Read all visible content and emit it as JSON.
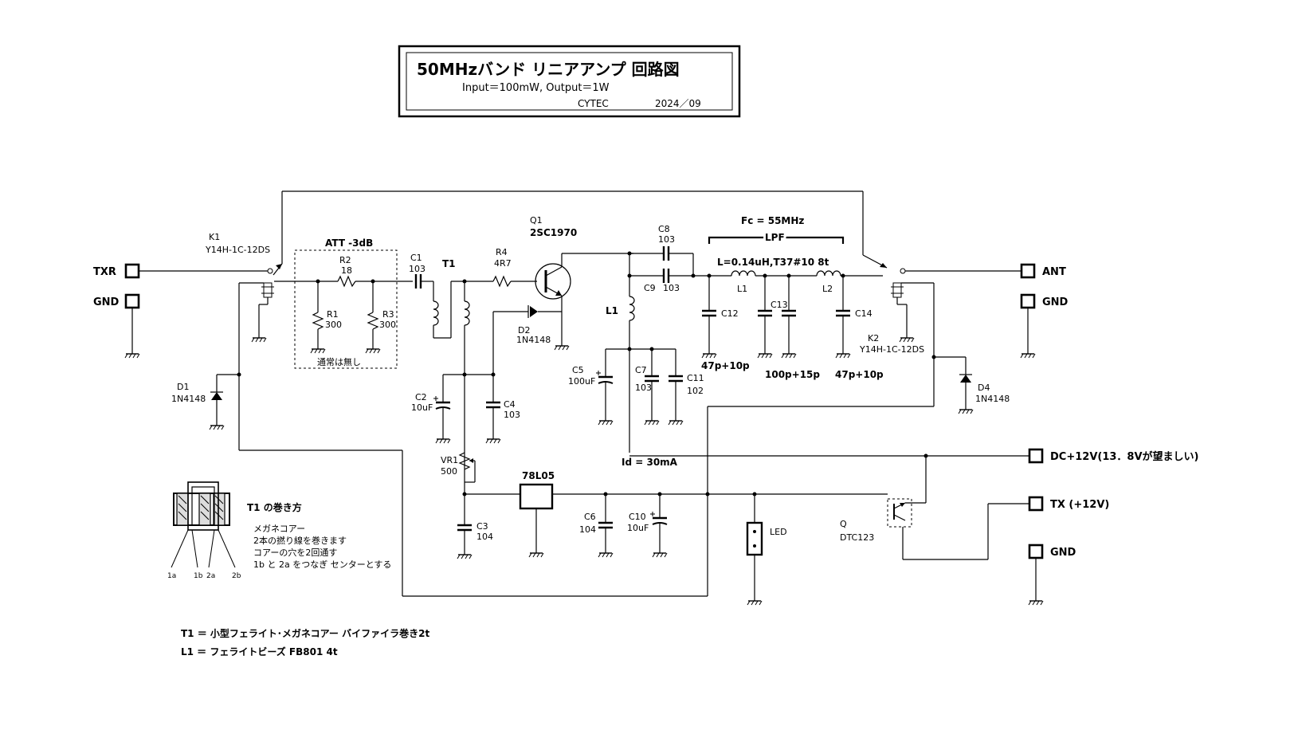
{
  "title_block": {
    "title": "50MHzバンド リニアアンプ 回路図",
    "subtitle": "Input＝100mW, Output＝1W",
    "author": "CYTEC",
    "date": "2024／09"
  },
  "terminals": {
    "txr": "TXR",
    "gnd_left": "GND",
    "ant": "ANT",
    "gnd_right": "GND",
    "dc": "DC+12V(13．8Vが望ましい)",
    "tx": "TX (+12V)",
    "gnd_bottom": "GND"
  },
  "relays": {
    "k1_ref": "K1",
    "k1_part": "Y14H-1C-12DS",
    "k2_ref": "K2",
    "k2_part": "Y14H-1C-12DS"
  },
  "attenuator": {
    "title": "ATT -3dB",
    "r2_ref": "R2",
    "r2_val": "18",
    "r1_ref": "R1",
    "r1_val": "300",
    "r3_ref": "R3",
    "r3_val": "300",
    "note": "通常は無し"
  },
  "components": {
    "c1_ref": "C1",
    "c1_val": "103",
    "t1_ref": "T1",
    "r4_ref": "R4",
    "r4_val": "4R7",
    "q1_ref": "Q1",
    "q1_part": "2SC1970",
    "d2_ref": "D2",
    "d2_part": "1N4148",
    "c8_ref": "C8",
    "c8_val": "103",
    "c9_ref": "C9",
    "c9_val": "103",
    "l1_ref": "L1",
    "c5_ref": "C5",
    "c5_val": "100uF",
    "c7_ref": "C7",
    "c7_val": "103",
    "c11_ref": "C11",
    "c11_val": "102",
    "id_note": "Id = 30mA",
    "c2_ref": "C2",
    "c2_val": "10uF",
    "c4_ref": "C4",
    "c4_val": "103",
    "vr1_ref": "VR1",
    "vr1_val": "500",
    "reg_part": "78L05",
    "c3_ref": "C3",
    "c3_val": "104",
    "c6_ref": "C6",
    "c6_val": "104",
    "c10_ref": "C10",
    "c10_val": "10uF",
    "led_label": "LED",
    "q_ref": "Q",
    "q_part": "DTC123",
    "d1_ref": "D1",
    "d1_part": "1N4148",
    "d4_ref": "D4",
    "d4_part": "1N4148"
  },
  "lpf": {
    "fc": "Fc = 55MHz",
    "label": "LPF",
    "inductor_note": "L=0.14uH,T37#10 8t",
    "l1_ref": "L1",
    "l2_ref": "L2",
    "c12_ref": "C12",
    "c12_val": "47p+10p",
    "c13_ref": "C13",
    "c13_val": "100p+15p",
    "c14_ref": "C14",
    "c14_val": "47p+10p"
  },
  "winding": {
    "title": "T1 の巻き方",
    "line1": "メガネコアー",
    "line2": "2本の撚り線を巻きます",
    "line3": "コアーの穴を2回通す",
    "line4": "1b と 2a をつなぎ センターとする",
    "pin_1a": "1a",
    "pin_1b": "1b",
    "pin_2a": "2a",
    "pin_2b": "2b"
  },
  "footnotes": {
    "t1": "T1 ＝ 小型フェライト･メガネコアー バイファイラ巻き2t",
    "l1": "L1 ＝ フェライトビーズ FB801 4t"
  }
}
